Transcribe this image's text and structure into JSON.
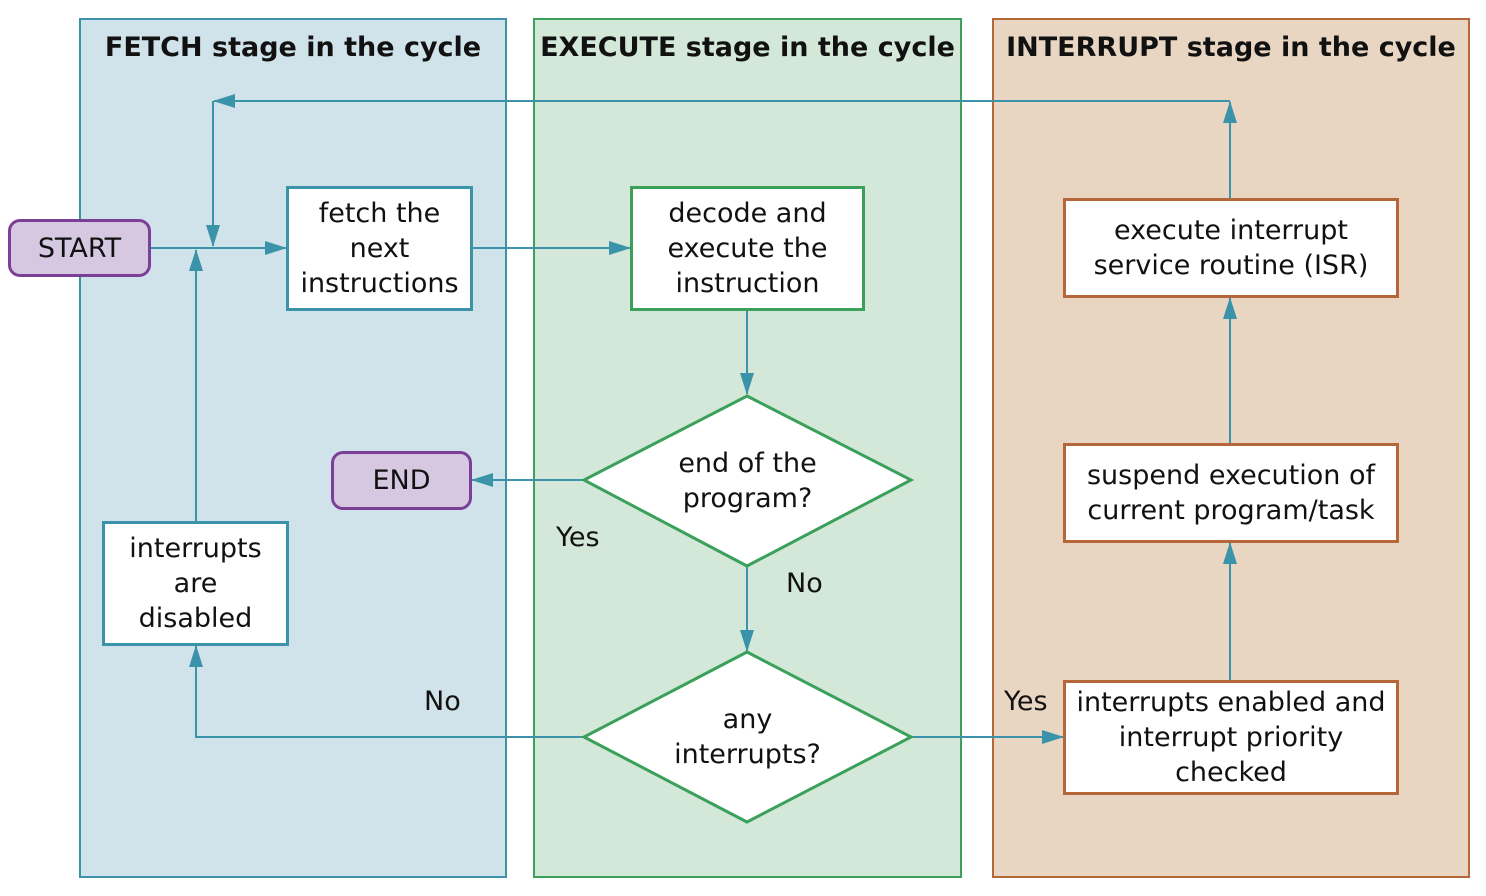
{
  "colors": {
    "fetch_bg": "#d1e3ea",
    "fetch_line": "#3a93a8",
    "execute_bg": "#d3e8d8",
    "execute_line": "#3aa05a",
    "interrupt_bg": "#e8d6c3",
    "interrupt_line": "#b5673a",
    "terminal_bg": "#d5c8e0",
    "terminal_line": "#7b3f98"
  },
  "lanes": {
    "fetch": "FETCH stage in the cycle",
    "execute": "EXECUTE stage in the cycle",
    "interrupt": "INTERRUPT stage in the cycle"
  },
  "nodes": {
    "start": "START",
    "end": "END",
    "fetch": "fetch the\nnext\ninstructions",
    "decode": "decode and\nexecute the\ninstruction",
    "end_check": "end of the\nprogram?",
    "any_interrupts": "any\ninterrupts?",
    "disabled": "interrupts\nare\ndisabled",
    "enabled": "interrupts enabled and\ninterrupt priority\nchecked",
    "suspend": "suspend execution of\ncurrent program/task",
    "isr": "execute interrupt\nservice routine (ISR)"
  },
  "edge_labels": {
    "end_yes": "Yes",
    "end_no": "No",
    "int_no": "No",
    "int_yes": "Yes"
  }
}
